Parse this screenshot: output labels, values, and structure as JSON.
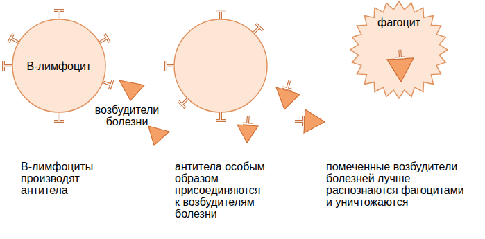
{
  "diagram": {
    "nodes": [
      {
        "text": [
          "В-лимфоцит"
        ]
      },
      {
        "text": [
          "фагоцит"
        ]
      }
    ],
    "labels": [
      "возбудители болезни",
      "В-лимфоциты производят антитела",
      "антитела особым образом присоединяются к возбудителям болезни",
      "помеченные возбудители болезней лучше распознаются фагоцитами и уничтожаются"
    ]
  }
}
